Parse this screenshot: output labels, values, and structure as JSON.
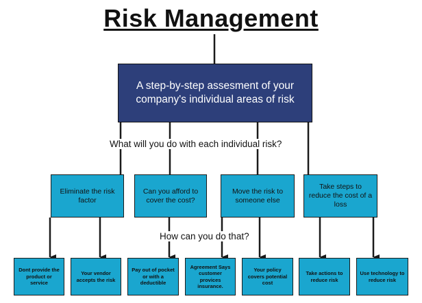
{
  "title": "Risk Management",
  "main_box": "A step-by-step assesment of your company's individual areas of risk",
  "question_1": "What will you do with each individual risk?",
  "question_2": "How can you do that?",
  "options": [
    "Eliminate the risk factor",
    "Can you afford to cover the cost?",
    "Move the risk to someone else",
    "Take steps to reduce the cost of a loss"
  ],
  "leaves": [
    "Dont provide the product or service",
    "Your vendor accepts the risk",
    "Pay out of pocket or with a deductible",
    "Agreement Says customer provices insurance.",
    "Your policy covers potential cost",
    "Take actions to reduce risk",
    "Use technology to reduce risk"
  ],
  "colors": {
    "main_box": "#2d3f7a",
    "boxes": "#1aa6cf",
    "lines": "#1a1a1a"
  }
}
